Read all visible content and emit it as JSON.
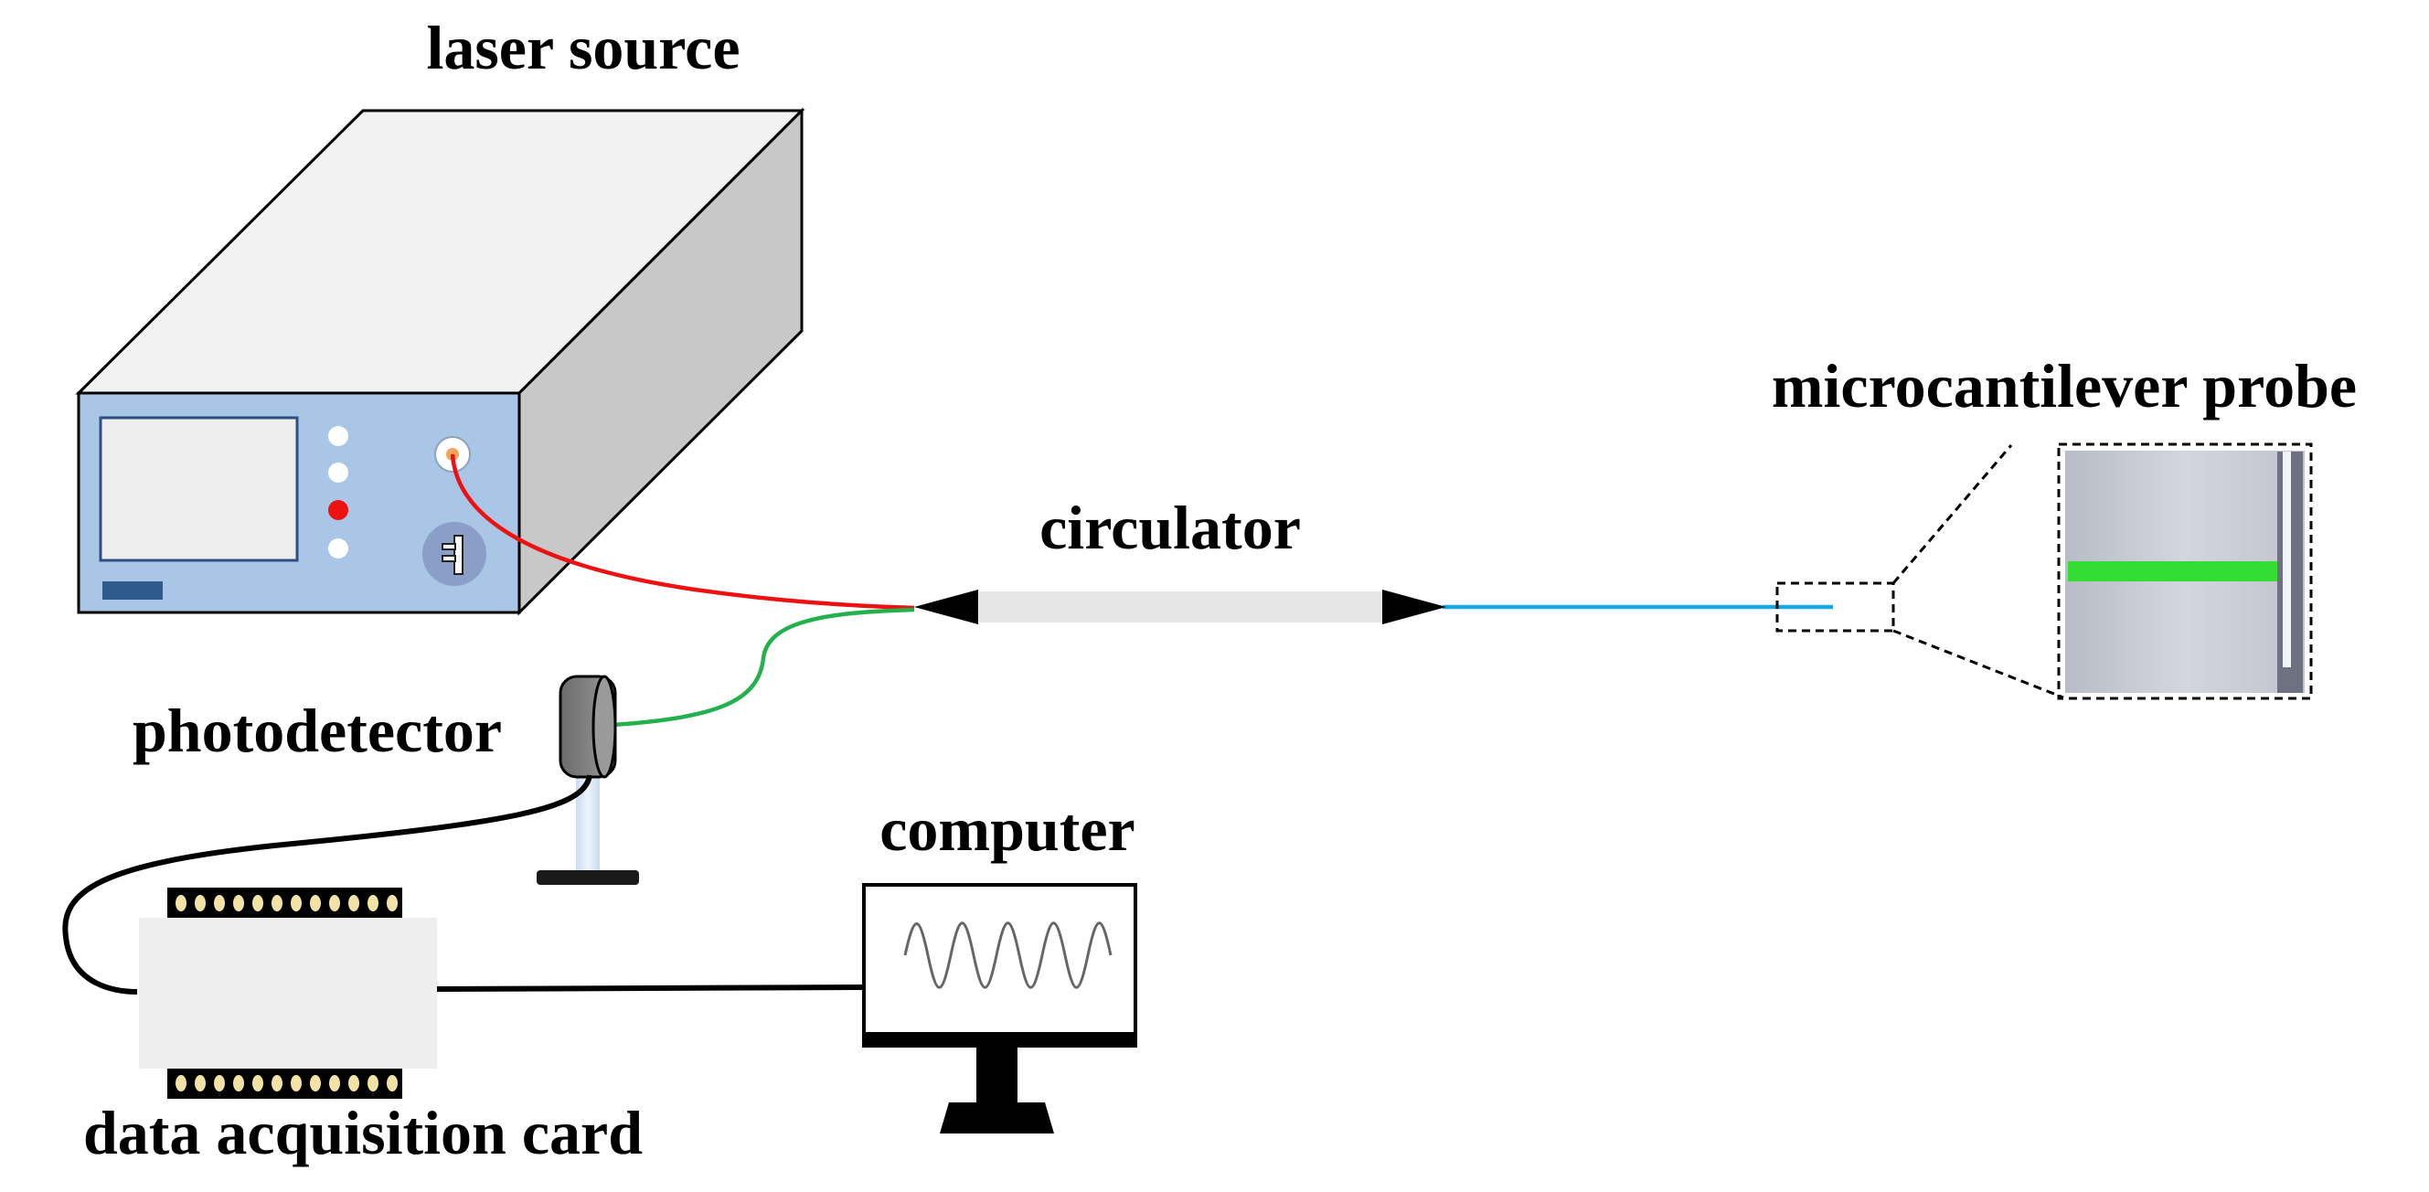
{
  "labels": {
    "laser_source": "laser source",
    "circulator": "circulator",
    "microcantilever_probe": "microcantilever probe",
    "photodetector": "photodetector",
    "computer": "computer",
    "data_acquisition_card": "data acquisition card"
  },
  "colors": {
    "laser_fiber": "#ee1111",
    "return_fiber": "#22b14c",
    "probe_fiber": "#1aa8e0",
    "cable": "#000000",
    "laser_front_panel": "#a9c6e6",
    "laser_top": "#f2f2f2",
    "laser_side": "#c8c8c8",
    "circulator_body": "#e6e6e6",
    "probe_light": "#33dd33",
    "probe_body": "#c5c8d0",
    "daq_pins": "#f3e2a6"
  },
  "icons": {
    "laser_key": "key-icon",
    "status_led": "red-led",
    "waveform": "sine-wave"
  }
}
